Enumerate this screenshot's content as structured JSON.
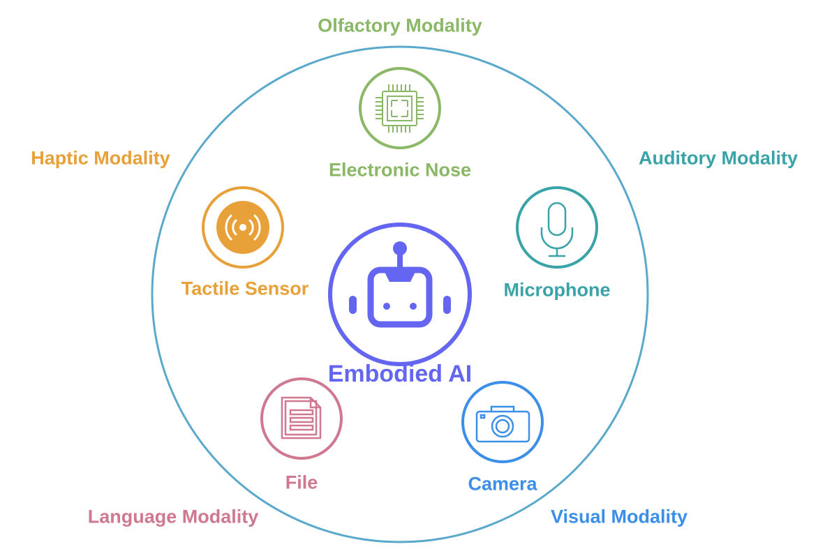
{
  "center": {
    "label": "Embodied AI",
    "icon": "robot-icon",
    "color": "#6466f1"
  },
  "ring_color": "#5aa9cc",
  "nodes": [
    {
      "id": "olfactory",
      "modality": "Olfactory Modality",
      "device": "Electronic Nose",
      "icon": "chip-icon",
      "color": "#8ab866"
    },
    {
      "id": "auditory",
      "modality": "Auditory Modality",
      "device": "Microphone",
      "icon": "microphone-icon",
      "color": "#3aa3a8"
    },
    {
      "id": "visual",
      "modality": "Visual Modality",
      "device": "Camera",
      "icon": "camera-icon",
      "color": "#3b8fe8"
    },
    {
      "id": "language",
      "modality": "Language Modality",
      "device": "File",
      "icon": "file-icon",
      "color": "#cf7890"
    },
    {
      "id": "haptic",
      "modality": "Haptic Modality",
      "device": "Tactile Sensor",
      "icon": "tactile-icon",
      "color": "#e8a038"
    }
  ]
}
